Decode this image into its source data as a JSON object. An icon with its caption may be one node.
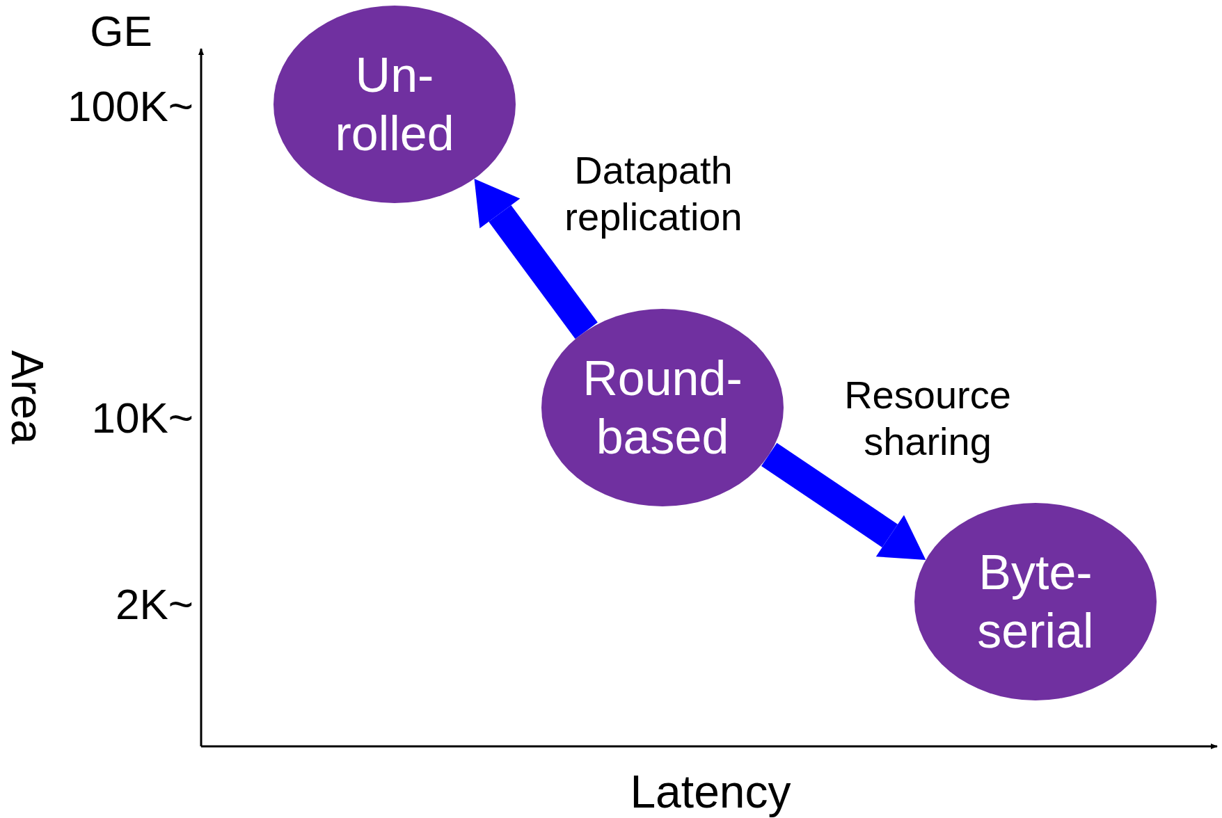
{
  "diagram": {
    "nodes": [
      {
        "text": [
          "Un- rolled"
        ]
      },
      {
        "text": [
          "Round- based"
        ]
      },
      {
        "text": [
          "Byte- serial"
        ]
      }
    ],
    "edges": [
      {
        "from": 1,
        "to": 0,
        "arrow": "to",
        "label": "Datapath replication"
      },
      {
        "from": 1,
        "to": 2,
        "arrow": "to",
        "label": "Resource sharing"
      }
    ],
    "labels": [
      "GE",
      "100K~",
      "10K~",
      "2K~",
      "Area",
      "Latency"
    ]
  }
}
